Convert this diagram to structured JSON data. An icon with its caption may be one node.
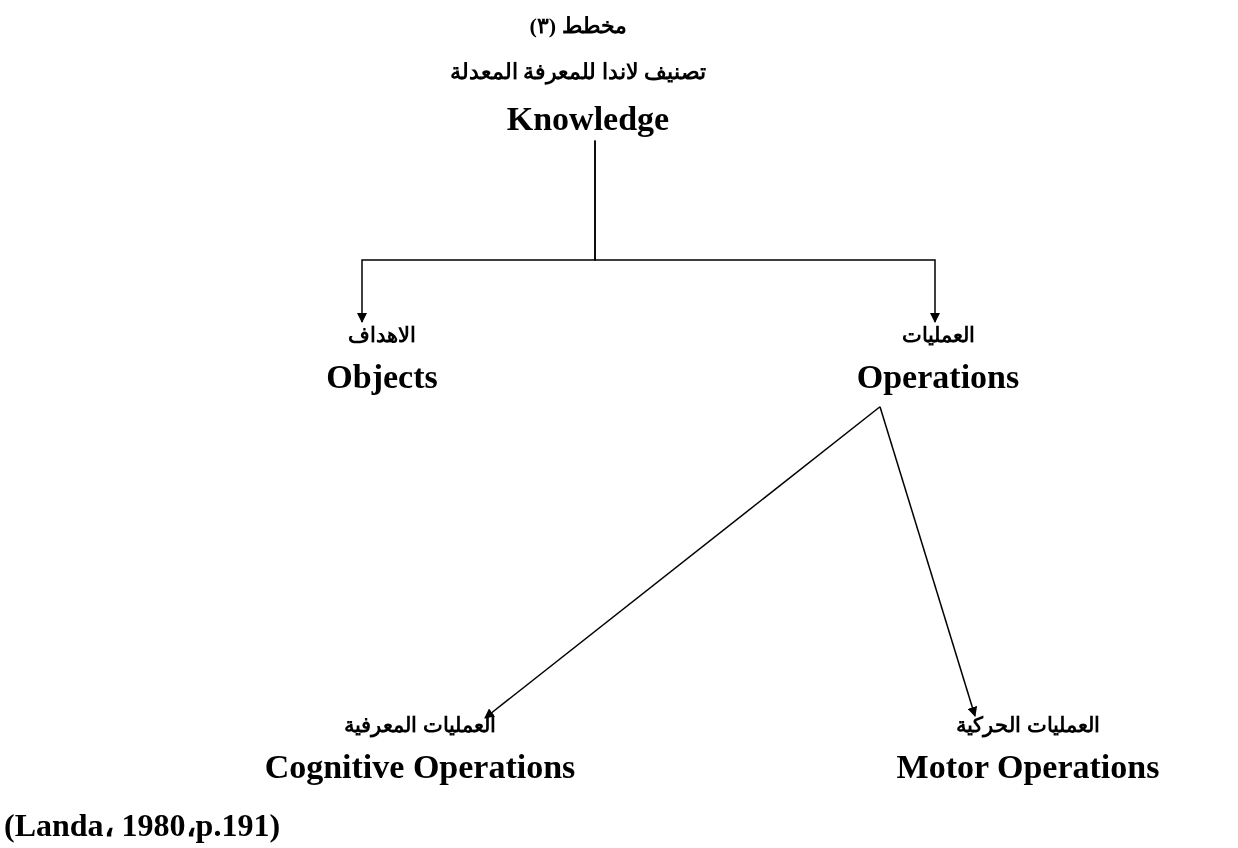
{
  "diagram": {
    "title": "مخطط (٣)",
    "nodes": [
      {
        "text": [
          "Knowledge"
        ]
      },
      {
        "text": [
          "الاهداف",
          "Objects"
        ]
      },
      {
        "text": [
          "العمليات",
          "Operations"
        ]
      },
      {
        "text": [
          "العمليات المعرفية",
          "Cognitive Operations"
        ]
      },
      {
        "text": [
          "العمليات الحركية",
          "Motor Operations"
        ]
      }
    ],
    "edges": [
      {
        "from": 0,
        "to": 1,
        "arrow": "to"
      },
      {
        "from": 0,
        "to": 2,
        "arrow": "to"
      },
      {
        "from": 2,
        "to": 3,
        "arrow": "to"
      },
      {
        "from": 2,
        "to": 4,
        "arrow": "to"
      }
    ],
    "labels": [
      "تصنيف لاندا للمعرفة المعدلة"
    ],
    "caption": "(Landa، 1980،p.191)"
  }
}
